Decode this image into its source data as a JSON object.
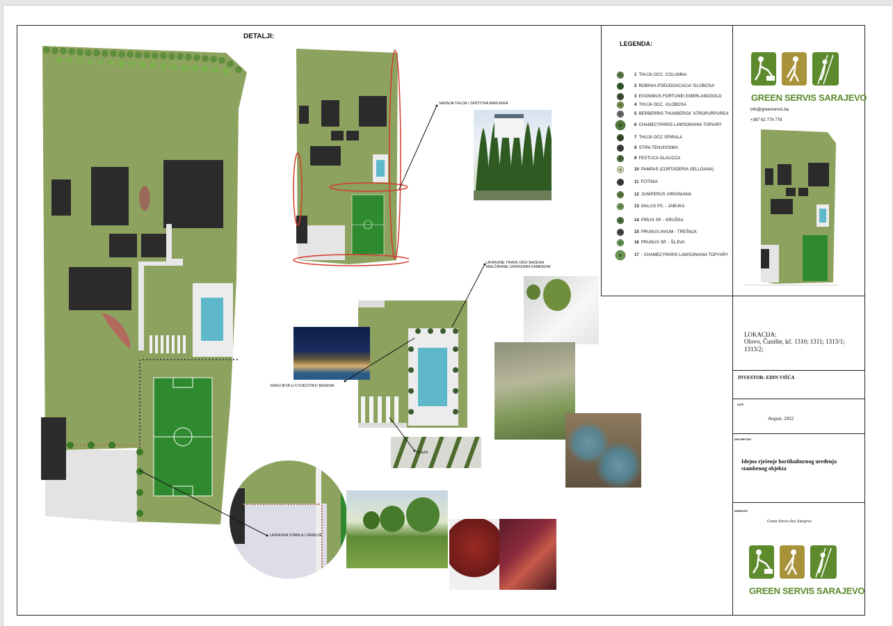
{
  "header": {
    "details_title": "DETALJI:"
  },
  "legend": {
    "title": "LEGENDA:",
    "items": [
      {
        "num": "1",
        "label": "THUJA OCC. COLUMNA",
        "icon": "thuja-columna-icon",
        "color": "#5f7d45"
      },
      {
        "num": "2",
        "label": "ROBINIA PSEUDOACACIA 'GLOBOSA'",
        "icon": "robinia-icon",
        "color": "#2f5c2a"
      },
      {
        "num": "3",
        "label": "EVONIMUS FORTUNEI EMERLANDGOLD",
        "icon": "evonimus-icon",
        "color": "#3c5030"
      },
      {
        "num": "4",
        "label": "THUJA OCC. GLOBOSA",
        "icon": "thuja-globosa-icon",
        "color": "#7a8f4a"
      },
      {
        "num": "5",
        "label": "BERBERRIS THUNBERGII 'ATROPURPUREA'",
        "icon": "berberis-icon",
        "color": "#6b6b6b"
      },
      {
        "num": "6",
        "label": "CHAMECYPARIS LAWSONIANA TOPIARY",
        "icon": "chamecyparis-icon",
        "color": "#4e7a3a"
      },
      {
        "num": "7",
        "label": "THUJA OCC SPIRALA",
        "icon": "thuja-spirala-icon",
        "color": "#334b28"
      },
      {
        "num": "8",
        "label": "STIPA TENUISSIMA",
        "icon": "stipa-icon",
        "color": "#3d3d3d"
      },
      {
        "num": "9",
        "label": "FESTUCA GLAUCCA",
        "icon": "festuca-icon",
        "color": "#4a6a3a"
      },
      {
        "num": "10",
        "label": "PAMPAS (CORTADERIA SELLOANA)",
        "icon": "pampas-icon",
        "color": "#c9d4b0"
      },
      {
        "num": "11",
        "label": "FOTINIA",
        "icon": "fotinia-icon",
        "color": "#3b3b3b"
      },
      {
        "num": "12",
        "label": "JUNIPERUS VIRGINIANA",
        "icon": "juniperus-icon",
        "color": "#5b7a3c"
      },
      {
        "num": "13",
        "label": "MALUS PS. - JABUKA",
        "icon": "malus-icon",
        "color": "#6f9a55"
      },
      {
        "num": "14",
        "label": "PIRUS SP. - KRUŠKA",
        "icon": "pirus-icon",
        "color": "#4b6f3d"
      },
      {
        "num": "15",
        "label": "PRUNUS AVIUM - TREŠNJA",
        "icon": "prunus-avium-icon",
        "color": "#444444"
      },
      {
        "num": "16",
        "label": "PRUNUS SP. - ŠLJIVA",
        "icon": "prunus-icon",
        "color": "#5f9a4f"
      },
      {
        "num": "17",
        "label": "- CHAMECYPARIS LAWSONIANA TOPYARY",
        "icon": "chamecyparis-topyary-icon",
        "color": "#6a9a50"
      }
    ]
  },
  "company": {
    "name": "GREEN SERVIS SARAJEVO",
    "email": "info@greenservis.ba",
    "phone": "+387 62 774 778",
    "brand_green": "#5d8a2c",
    "brand_gold": "#a8923a"
  },
  "annotations": {
    "thuja_barrier": "SADNJA THUJA / ZAŠTITNA BARIJERA",
    "pool_grass_1": "UKRASNE TRAVE OKO BAZENA",
    "pool_grass_2": "MALČIRANE UKRASNIM KAMENOM",
    "pool_lighting": "RASVJETA U CVIJEĆ/OKO BAZENA",
    "path": "STAZA",
    "trees_shrubs": "UKRASNA STABLA I GRMLJE"
  },
  "title_block": {
    "location_label": "LOKACIJA:",
    "location_value": "Olovo, Čunište, kč. 1310; 1311;  1313/1; 1313/2;",
    "investor": "INVESTOR: EDIN VIŠĆA",
    "date_label": "DATE",
    "date_value": "Avgust. 2022",
    "description_label": "DESCRIPTION",
    "description_value": "Idejno rješenje hortikulturnog uređenja stambenog objekta",
    "drawn_by_label": "DRAWN BY",
    "drawn_by_value": "Green Servis doo Sarajevo"
  },
  "colors": {
    "lawn": "#8ea25f",
    "roof": "#2b2b2b",
    "pool": "#5fb8c9",
    "field": "#2f8a2f",
    "path": "#e8e8e8",
    "highlight": "#d23a2a"
  }
}
